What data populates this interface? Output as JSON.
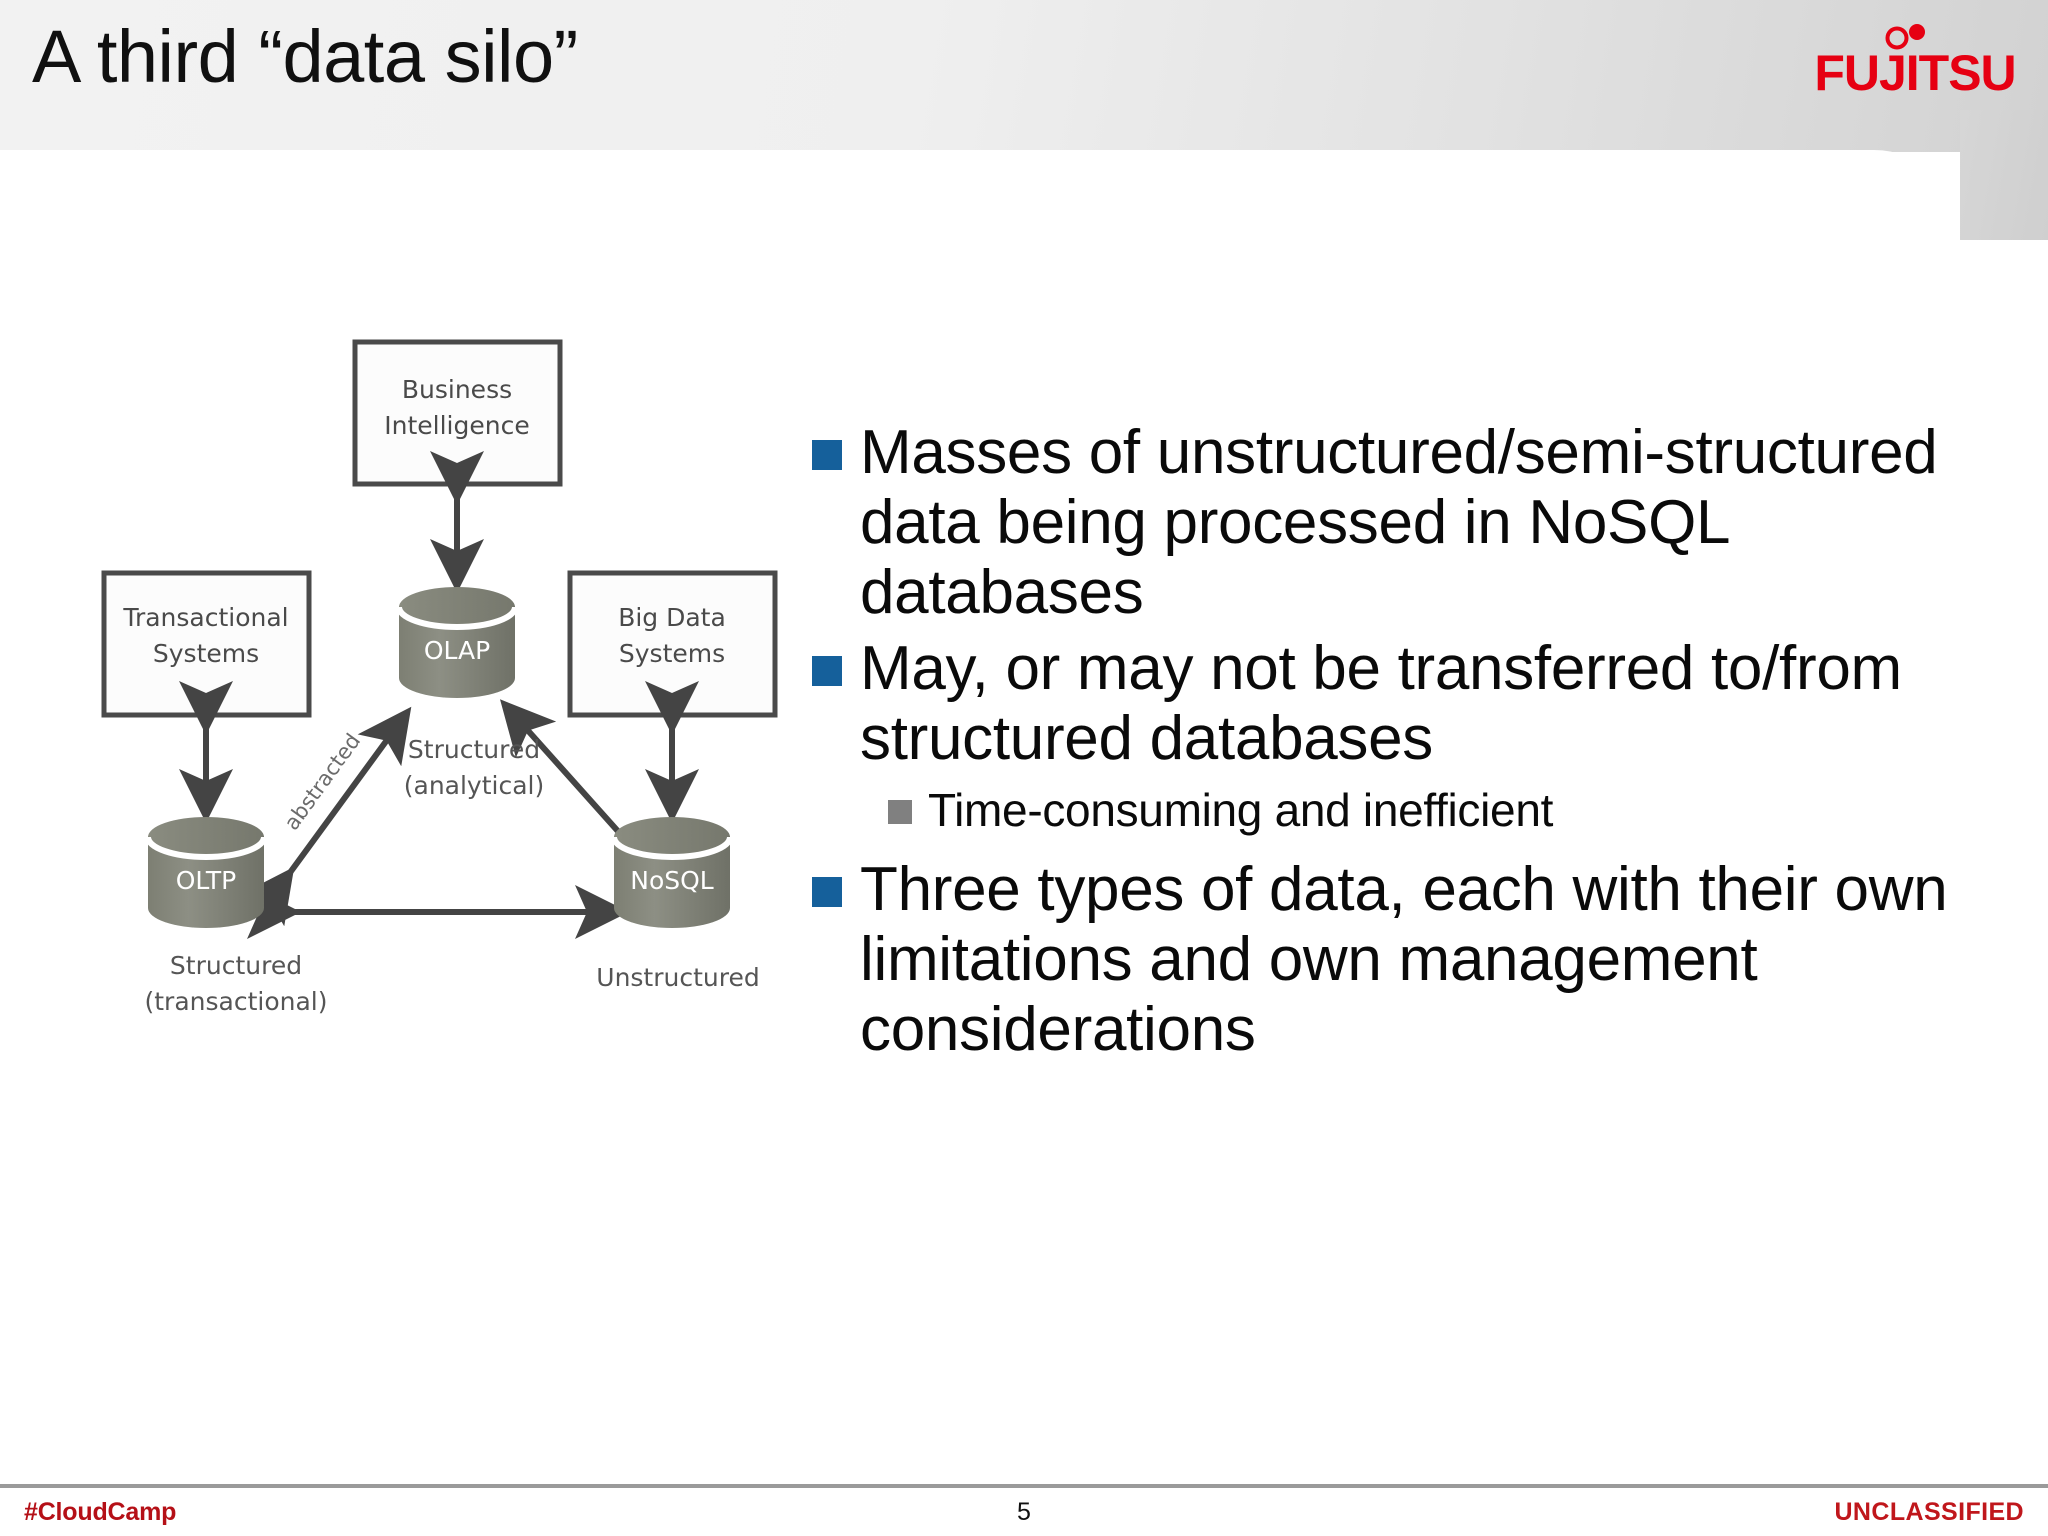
{
  "slide": {
    "title": "A third “data silo”",
    "brand": "FUJITSU",
    "accent_blue": "#15609B",
    "accent_red": "#C0171C",
    "sub_bullet_grey": "#808080"
  },
  "bullets": [
    {
      "level": 1,
      "marker": "square-blue",
      "text": "Masses of unstructured/semi-structured data being processed in NoSQL databases"
    },
    {
      "level": 1,
      "marker": "square-blue",
      "text": "May, or may not be transferred to/from structured databases"
    },
    {
      "level": 2,
      "marker": "square-grey",
      "text": "Time-consuming and inefficient"
    },
    {
      "level": 1,
      "marker": "square-blue",
      "text": "Three types of data, each with their own limitations and own management considerations"
    }
  ],
  "diagram": {
    "boxes": [
      {
        "id": "business-intelligence",
        "lines": [
          "Business",
          "Intelligence"
        ]
      },
      {
        "id": "transactional-systems",
        "lines": [
          "Transactional",
          "Systems"
        ]
      },
      {
        "id": "big-data-systems",
        "lines": [
          "Big Data",
          "Systems"
        ]
      }
    ],
    "cylinders": [
      {
        "id": "olap",
        "label": "OLAP"
      },
      {
        "id": "oltp",
        "label": "OLTP"
      },
      {
        "id": "nosql",
        "label": "NoSQL"
      }
    ],
    "annotations": [
      {
        "id": "abstracted",
        "text": "abstracted"
      },
      {
        "id": "structured-analytical-1",
        "text": "Structured"
      },
      {
        "id": "structured-analytical-2",
        "text": "(analytical)"
      },
      {
        "id": "structured-transactional-1",
        "text": "Structured"
      },
      {
        "id": "structured-transactional-2",
        "text": "(transactional)"
      },
      {
        "id": "unstructured",
        "text": "Unstructured"
      }
    ]
  },
  "footer": {
    "left": "#CloudCamp",
    "page": "5",
    "right": "UNCLASSIFIED"
  }
}
